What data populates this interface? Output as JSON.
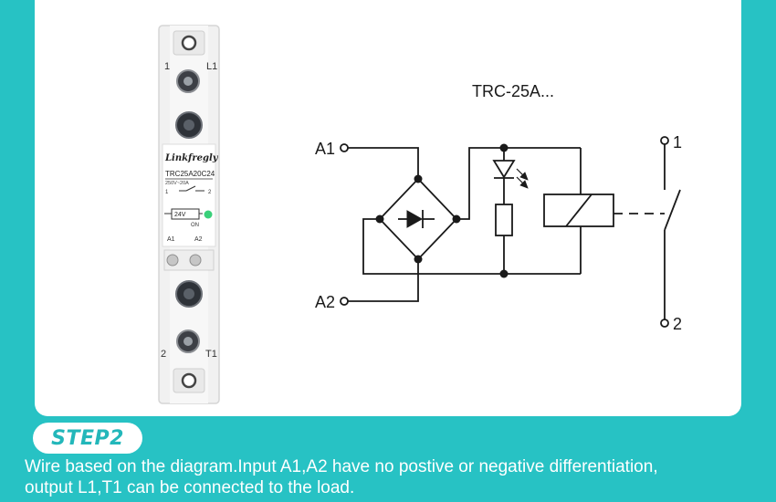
{
  "device": {
    "terminal_top_left": "1",
    "terminal_top_right": "L1",
    "brand": "Linkfregly",
    "model": "TRC25A20C24",
    "rating": "250V~20A",
    "switch_left": "1",
    "switch_right": "2",
    "input_voltage": "24V",
    "on_label": "ON",
    "input_left": "A1",
    "input_right": "A2",
    "terminal_bottom_left": "2",
    "terminal_bottom_right": "T1"
  },
  "diagram": {
    "title": "TRC-25A...",
    "input_a1": "A1",
    "input_a2": "A2",
    "output_1": "1",
    "output_2": "2"
  },
  "step": {
    "label": "STEP2",
    "line1": "Wire based on the diagram.Input A1,A2 have no postive or negative differentiation,",
    "line2": "output L1,T1 can be connected to the load."
  },
  "colors": {
    "background": "#27c2c4",
    "panel": "#ffffff",
    "led": "#3ad07a",
    "line": "#1a1a1a"
  }
}
